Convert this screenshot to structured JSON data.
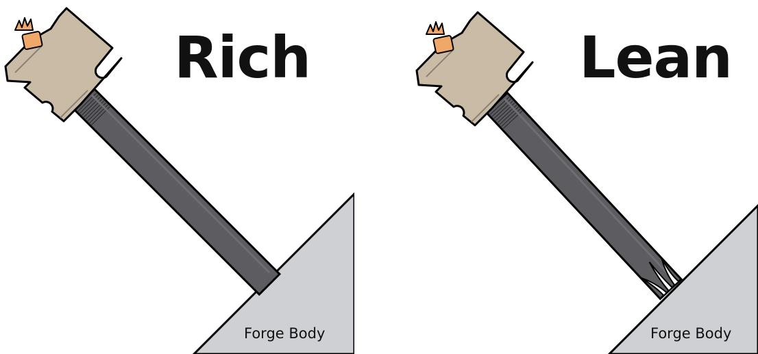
{
  "panels": [
    {
      "title": "Rich",
      "forge_label": "Forge Body",
      "condition": "rich"
    },
    {
      "title": "Lean",
      "forge_label": "Forge Body",
      "condition": "lean"
    }
  ],
  "colors": {
    "forge_body": "#cfd0d3",
    "burner_tube": "#5d5c60",
    "tee_fitting": "#c9bba6",
    "nozzle": "#f0a86a",
    "outline": "#000000",
    "flame_gap": "#ffffff"
  }
}
